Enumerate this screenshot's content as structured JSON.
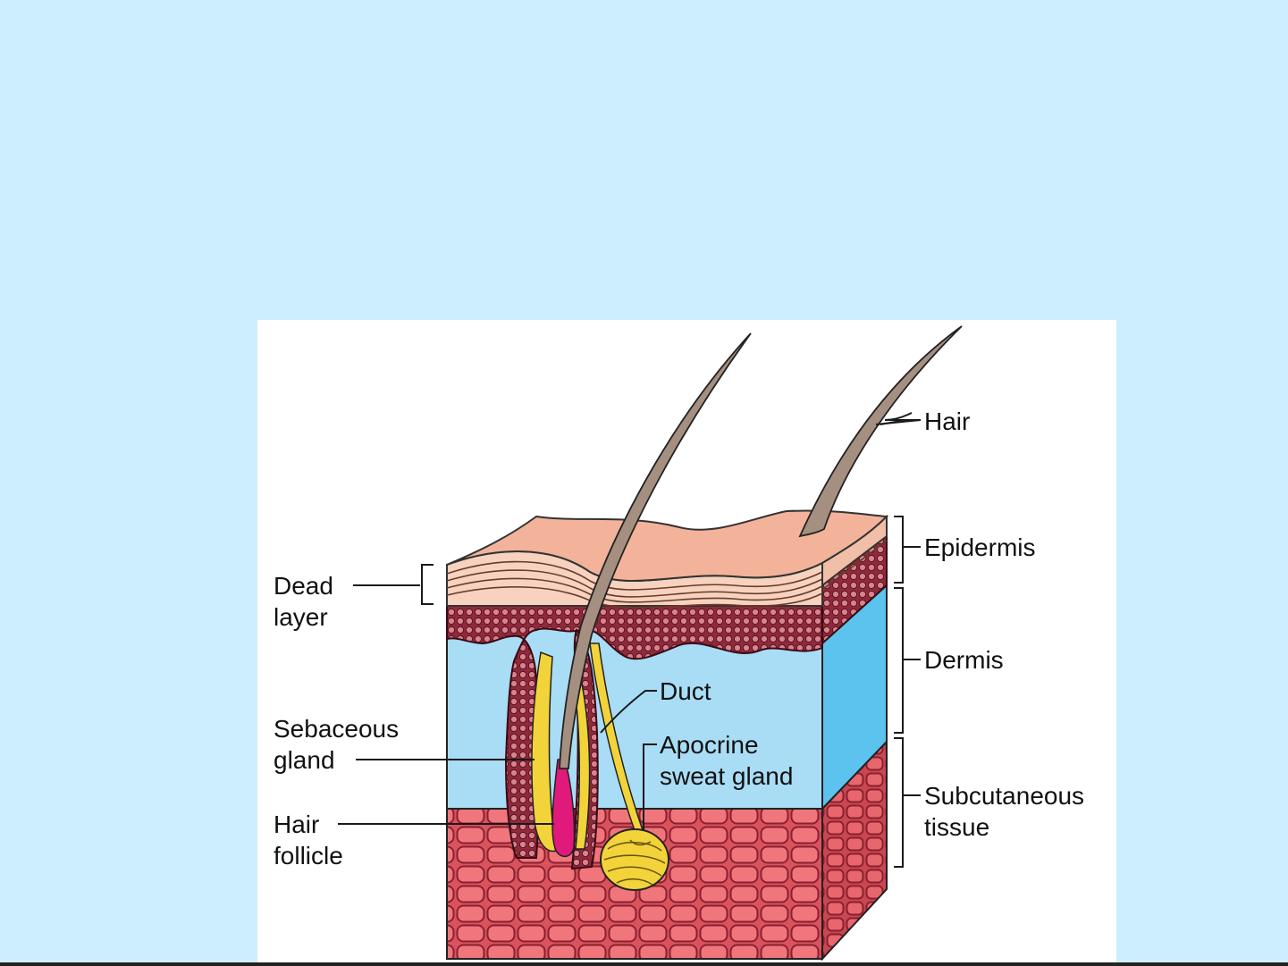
{
  "labels": {
    "hair": "Hair",
    "epidermis": "Epidermis",
    "dead_layer_line1": "Dead",
    "dead_layer_line2": "layer",
    "dermis": "Dermis",
    "duct": "Duct",
    "apocrine_line1": "Apocrine",
    "apocrine_line2": "sweat gland",
    "sebaceous_line1": "Sebaceous",
    "sebaceous_line2": "gland",
    "subcutaneous_line1": "Subcutaneous",
    "subcutaneous_line2": "tissue",
    "follicle_line1": "Hair",
    "follicle_line2": "follicle"
  },
  "colors": {
    "background": "#cdeefe",
    "panel": "#ffffff",
    "epidermis_top": "#f3b39a",
    "dead_layer": "#f6d2bf",
    "cell_layer": "#8e2a3c",
    "dermis": "#a9ddf5",
    "dermis_side": "#5bc3ee",
    "subcutaneous": "#d9535e",
    "hair": "#a58f80",
    "gland": "#f2d43a",
    "follicle": "#e0197a"
  }
}
